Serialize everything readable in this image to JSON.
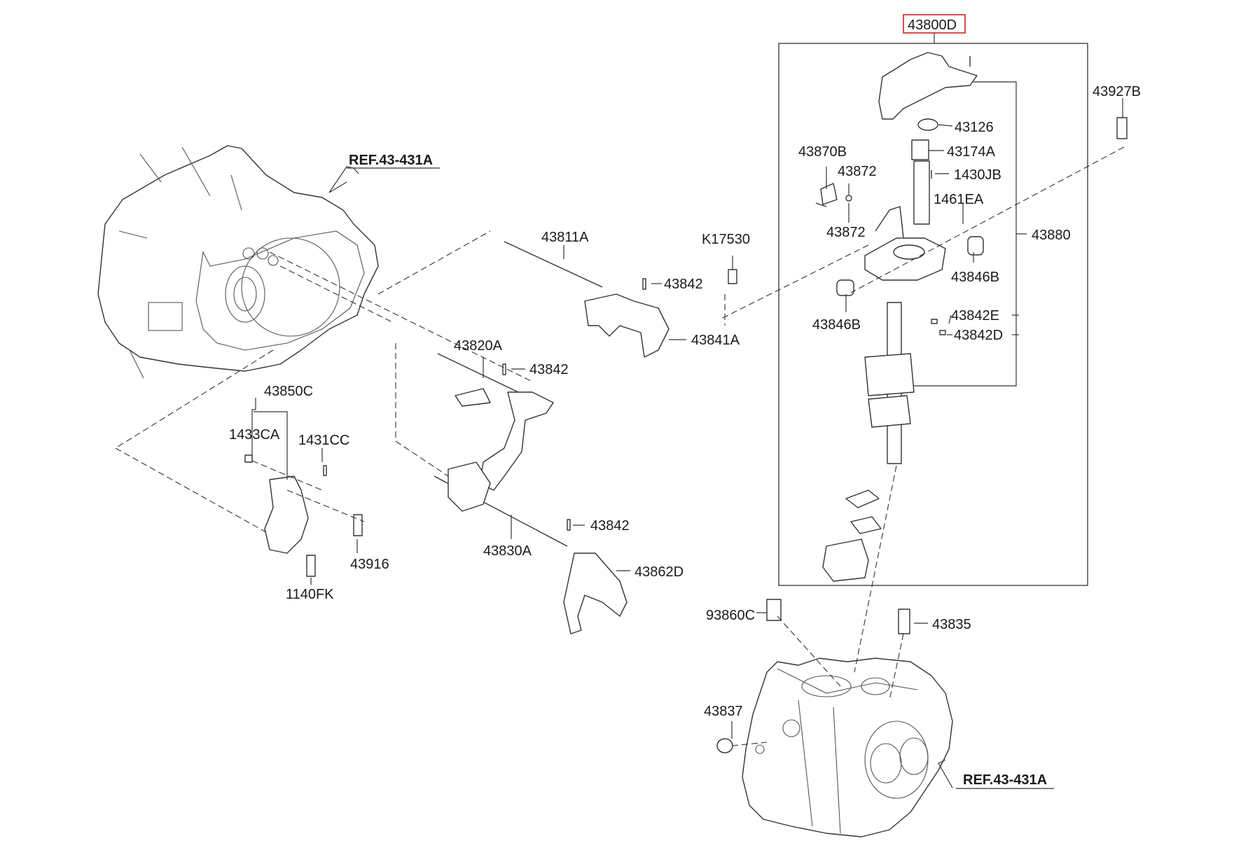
{
  "diagram": {
    "highlight_color": "#cc2222",
    "line_color": "#333333",
    "title_part": "43800D",
    "references": {
      "top_left": "REF.43-431A",
      "bottom_right": "REF.43-431A"
    },
    "parts": {
      "p43126": "43126",
      "p43174A": "43174A",
      "p1430JB": "1430JB",
      "p1461EA": "1461EA",
      "p43870B": "43870B",
      "p43872_a": "43872",
      "p43872_b": "43872",
      "p43880": "43880",
      "p43846B_a": "43846B",
      "p43846B_b": "43846B",
      "p43842E": "43842E",
      "p43842D": "43842D",
      "p43927B": "43927B",
      "pK17530": "K17530",
      "p43811A": "43811A",
      "p43842_a": "43842",
      "p43841A": "43841A",
      "p43820A": "43820A",
      "p43842_b": "43842",
      "p43850C": "43850C",
      "p1433CA": "1433CA",
      "p1431CC": "1431CC",
      "p43916": "43916",
      "p1140FK": "1140FK",
      "p43830A": "43830A",
      "p43842_c": "43842",
      "p43862D": "43862D",
      "p93860C": "93860C",
      "p43835": "43835",
      "p43837": "43837"
    }
  }
}
